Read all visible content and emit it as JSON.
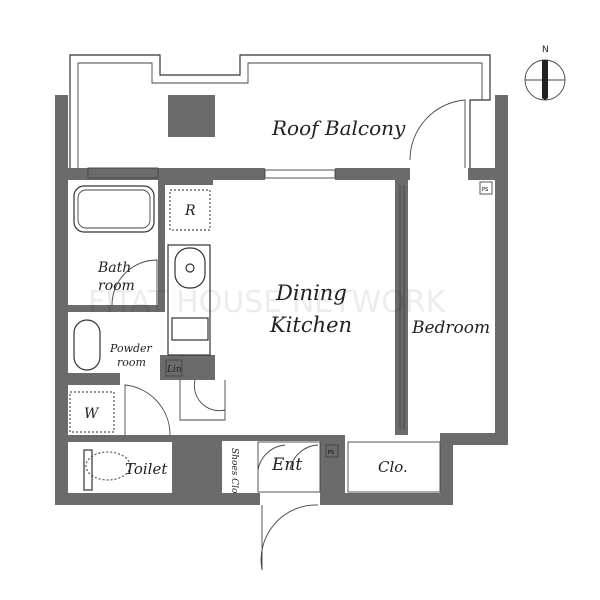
{
  "plan": {
    "rooms": {
      "roof_balcony": "Roof Balcony",
      "dining": "Dining",
      "kitchen": "Kitchen",
      "bedroom": "Bedroom",
      "bath": "Bath",
      "bath_room": "room",
      "powder": "Powder",
      "powder_room": "room",
      "linen": "Lin",
      "toilet": "Toilet",
      "washer": "W",
      "fridge": "R",
      "shoes_closet": "Shoes Clo",
      "entrance": "Ent",
      "closet": "Clo.",
      "pipe_space": "PS",
      "pipe_space_2": "PS"
    },
    "compass": "N",
    "watermark": "FITAT HOUSE NETWORK",
    "colors": {
      "wall": "#6b6b6b",
      "line": "#333333"
    }
  }
}
